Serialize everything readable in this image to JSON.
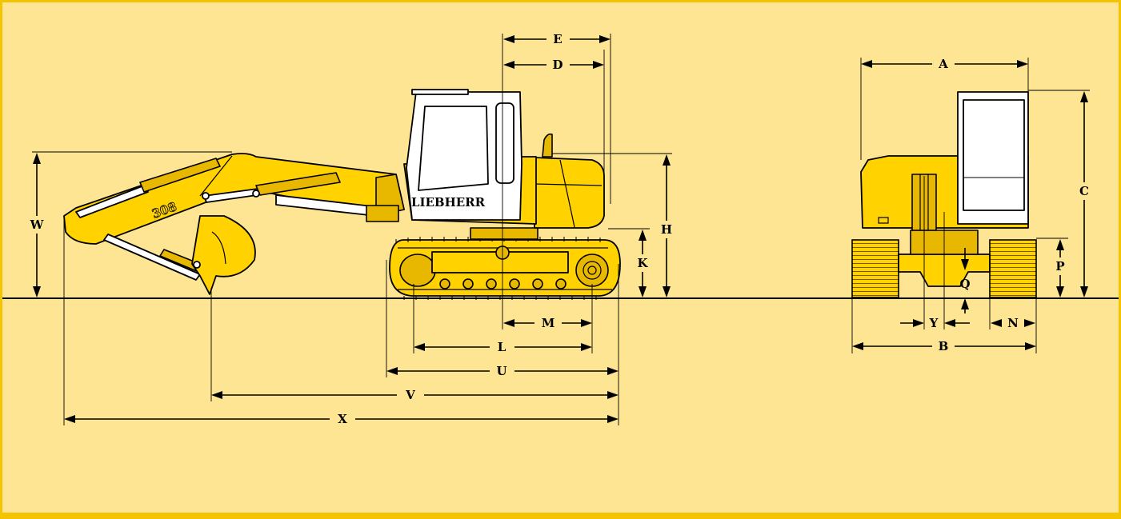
{
  "colors": {
    "background": "#fde593",
    "border": "#f5c400",
    "machine_yellow": "#ffd200",
    "machine_dark": "#e8b800"
  },
  "machine": {
    "brand": "LIEBHERR",
    "model": "308"
  },
  "dimensions": {
    "E": "E",
    "D": "D",
    "A": "A",
    "C": "C",
    "H": "H",
    "W": "W",
    "K": "K",
    "P": "P",
    "Q": "Q",
    "Y": "Y",
    "N": "N",
    "B": "B",
    "M": "M",
    "L": "L",
    "U": "U",
    "V": "V",
    "X": "X"
  }
}
